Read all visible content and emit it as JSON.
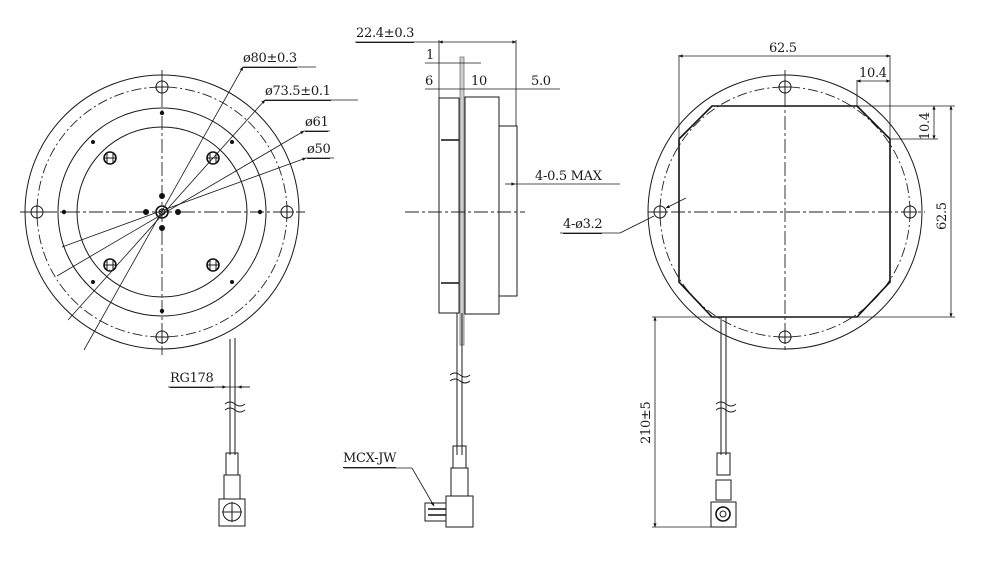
{
  "drawing": {
    "type": "engineering-drawing",
    "views": [
      "front-view",
      "side-view",
      "rear-view"
    ]
  },
  "front_view": {
    "dimensions": {
      "outer_diameter": "ø80±0.3",
      "bolt_circle": "ø73.5±0.1",
      "mid_diameter": "ø61",
      "inner_diameter": "ø50"
    },
    "cable_label": "RG178"
  },
  "side_view": {
    "dimensions": {
      "overall_thickness": "22.4±0.3",
      "plate_thickness": "1",
      "flange": "6",
      "body": "10",
      "cap": "5.0",
      "protrusion": "4-0.5  MAX"
    },
    "connector_label": "MCX-JW"
  },
  "rear_view": {
    "dimensions": {
      "width": "62.5",
      "height": "62.5",
      "chamfer_x": "10.4",
      "chamfer_y": "10.4",
      "mount_holes": "4-ø3.2",
      "cable_length": "210±5"
    }
  },
  "colors": {
    "line": "#1a1a1a",
    "background": "#ffffff",
    "cable_gray": "#cfcfcf"
  }
}
